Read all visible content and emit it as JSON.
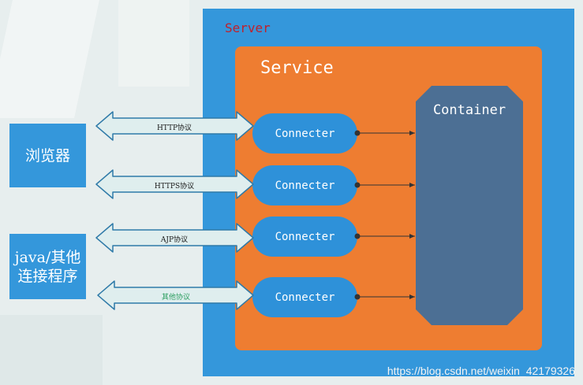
{
  "server": {
    "label": "Server"
  },
  "service": {
    "label": "Service"
  },
  "container": {
    "label": "Container"
  },
  "connectors": [
    {
      "label": "Connecter"
    },
    {
      "label": "Connecter"
    },
    {
      "label": "Connecter"
    },
    {
      "label": "Connecter"
    }
  ],
  "clients": [
    {
      "label": "浏览器"
    },
    {
      "label": "java/其他连接程序"
    }
  ],
  "protocols": [
    {
      "label": "HTTP协议"
    },
    {
      "label": "HTTPS协议"
    },
    {
      "label": "AJP协议"
    },
    {
      "label": "其他协议"
    }
  ],
  "watermark": "https://blog.csdn.net/weixin_42179326",
  "colors": {
    "server_blue": "#3497db",
    "service_orange": "#ee7d31",
    "container_slate": "#4c6f94",
    "server_label_red": "#c0202a"
  }
}
